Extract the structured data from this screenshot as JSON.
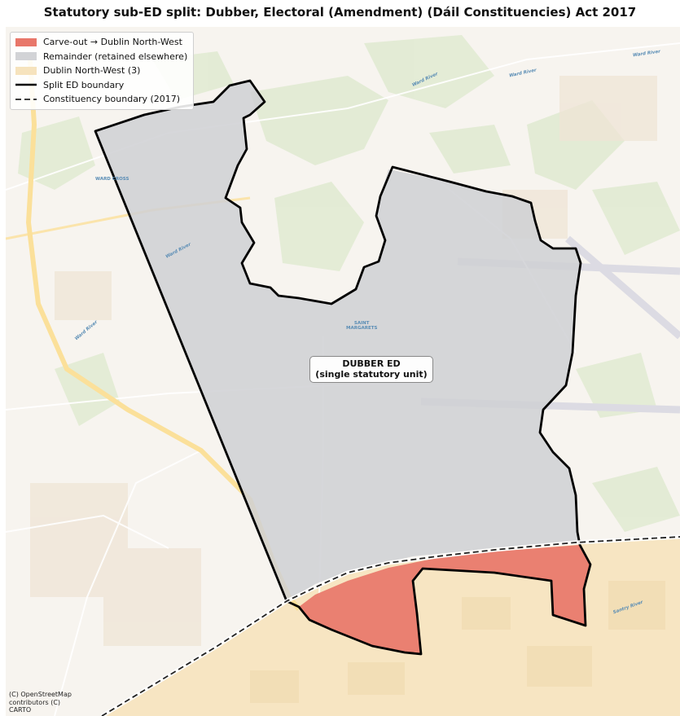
{
  "title": "Statutory sub-ED split: Dubber, Electoral (Amendment) (Dáil Constituencies) Act 2017",
  "legend": [
    {
      "label": "Carve-out → Dublin North-West",
      "type": "patch",
      "color": "#e8776a"
    },
    {
      "label": "Remainder (retained elsewhere)",
      "type": "patch",
      "color": "#d2d3d6"
    },
    {
      "label": "Dublin North-West (3)",
      "type": "patch",
      "color": "#f6e3bd"
    },
    {
      "label": "Split ED boundary",
      "type": "solid-line",
      "color": "#000000"
    },
    {
      "label": "Constituency boundary (2017)",
      "type": "dashed-line",
      "color": "#222222"
    }
  ],
  "ed_label": {
    "line1": "DUBBER ED",
    "line2": "(single statutory unit)"
  },
  "map_labels": {
    "ward_cross": "WARD CROSS",
    "saint_margarets_1": "SAINT",
    "saint_margarets_2": "MARGARETS",
    "ward_river_1": "Ward River",
    "ward_river_2": "Ward River",
    "ward_river_3": "Ward River",
    "ward_river_4": "Ward River",
    "ward_river_5": "Ward River",
    "santry_river": "Santry River"
  },
  "attribution": "(C) OpenStreetMap\ncontributors (C)\nCARTO",
  "colors": {
    "carve_out": "#e8776a",
    "remainder": "#d2d3d6",
    "dublin_nw": "#f6e3bd",
    "basemap": "#f7f4ef",
    "park": "#e3ecd6",
    "motorway": "#fbe09a",
    "runway": "#d9d8e0"
  }
}
